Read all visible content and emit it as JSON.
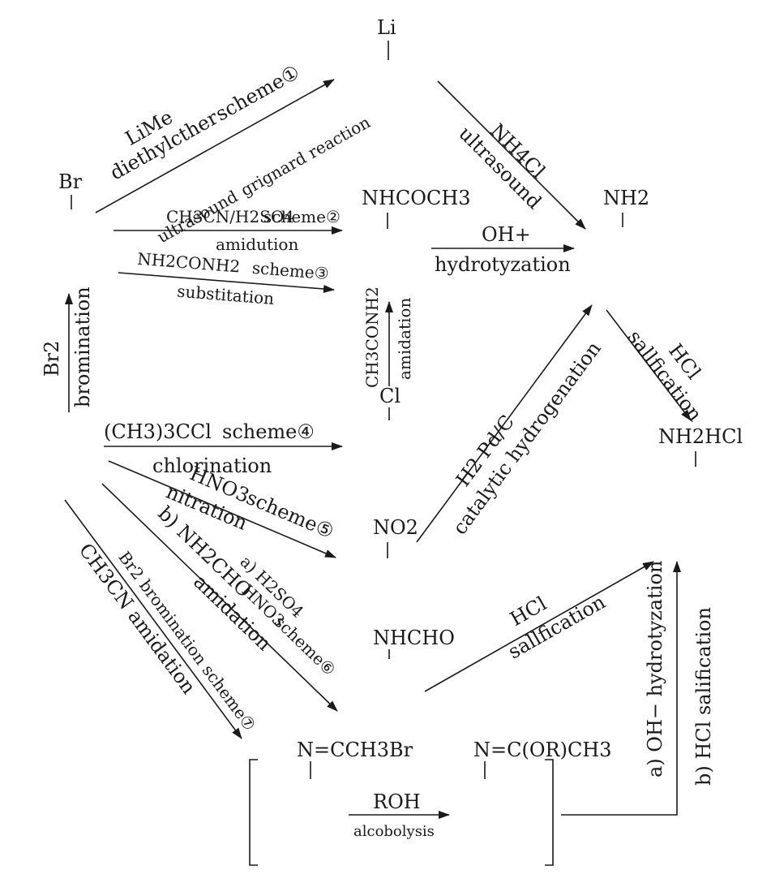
{
  "compounds": {
    "lithium": "Li",
    "bromide": "Br",
    "acetamide": "NHCOCH3",
    "amine": "NH2",
    "chloride": "Cl",
    "amine_hcl": "NH2HCl",
    "nitro": "NO2",
    "formamide": "NHCHO",
    "imine_bromo": "N=CCH3Br",
    "imidate": "N=C(OR)CH3"
  },
  "reactions": {
    "s1_reagent": "LiMe",
    "s1_solvent": "diethylcther",
    "s1_scheme": "scheme①",
    "s1_cond_a": "ultrasound",
    "s1_cond_b": "grignard reaction",
    "nh4cl_reagent": "NH4Cl",
    "nh4cl_cond": "ultrasound",
    "s2_reagent": "CH3CN/H2SO4",
    "s2_scheme": "scheme②",
    "s2_cond": "amidution",
    "s3_reagent": "NH2CONH2",
    "s3_scheme": "scheme③",
    "s3_cond": "substitation",
    "hyd_reagent": "OH+",
    "hyd_cond": "hydrotyzation",
    "sal_reagent": "HCl",
    "sal_cond": "sallfication",
    "cl_reagent": "CH3CONH2",
    "cl_cond": "amidation",
    "br_reagent": "Br2",
    "br_cond": "bromination",
    "s4_reagent": "(CH3)3CCl",
    "s4_scheme": "scheme④",
    "s4_cond": "chlorination",
    "s5_reagent": "HNO3",
    "s5_scheme": "scheme⑤",
    "s5_cond": "nitration",
    "h2_reagent": "H2 Pd/C",
    "h2_cond": "catalytic hydrogenation",
    "s6_a1": "a) H2SO4",
    "s6_a2": "HNO3",
    "s6_scheme": "scheme⑥",
    "s6_b": "b) NH2CHO",
    "s6_cond": "amidation",
    "hcl2_reagent": "HCl",
    "hcl2_cond": "sallfication",
    "s7_reagent": "CH3CN amidation",
    "s7_br": "Br2 bromination scheme⑦",
    "roh_reagent": "ROH",
    "roh_cond": "alcobolysis",
    "final_a": "a) OH− hydrotyzation",
    "final_b": "b) HCl salification"
  }
}
